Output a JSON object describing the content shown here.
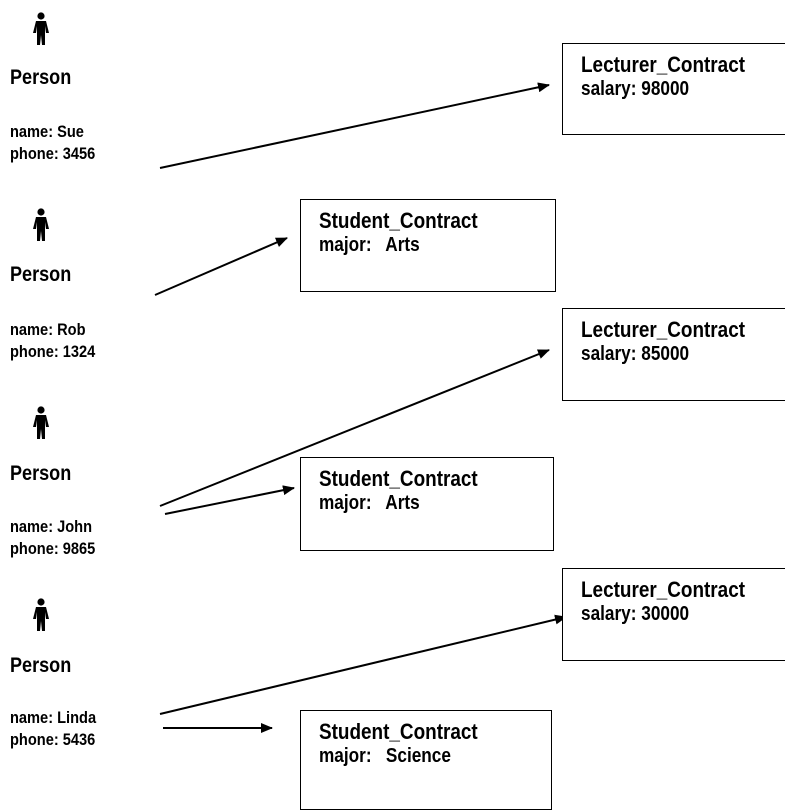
{
  "persons": [
    {
      "title": "Person",
      "name_line": "name: Sue",
      "phone_line": "phone: 3456"
    },
    {
      "title": "Person",
      "name_line": "name: Rob",
      "phone_line": "phone: 1324"
    },
    {
      "title": "Person",
      "name_line": "name: John",
      "phone_line": "phone: 9865"
    },
    {
      "title": "Person",
      "name_line": "name: Linda",
      "phone_line": "phone: 5436"
    }
  ],
  "contracts": [
    {
      "title": "Lecturer_Contract",
      "field": "salary:",
      "value": "98000"
    },
    {
      "title": "Student_Contract",
      "field": "major:",
      "value": "Arts"
    },
    {
      "title": "Lecturer_Contract",
      "field": "salary:",
      "value": "85000"
    },
    {
      "title": "Student_Contract",
      "field": "major:",
      "value": "Arts"
    },
    {
      "title": "Lecturer_Contract",
      "field": "salary:",
      "value": "30000"
    },
    {
      "title": "Student_Contract",
      "field": "major:",
      "value": "Science"
    }
  ]
}
